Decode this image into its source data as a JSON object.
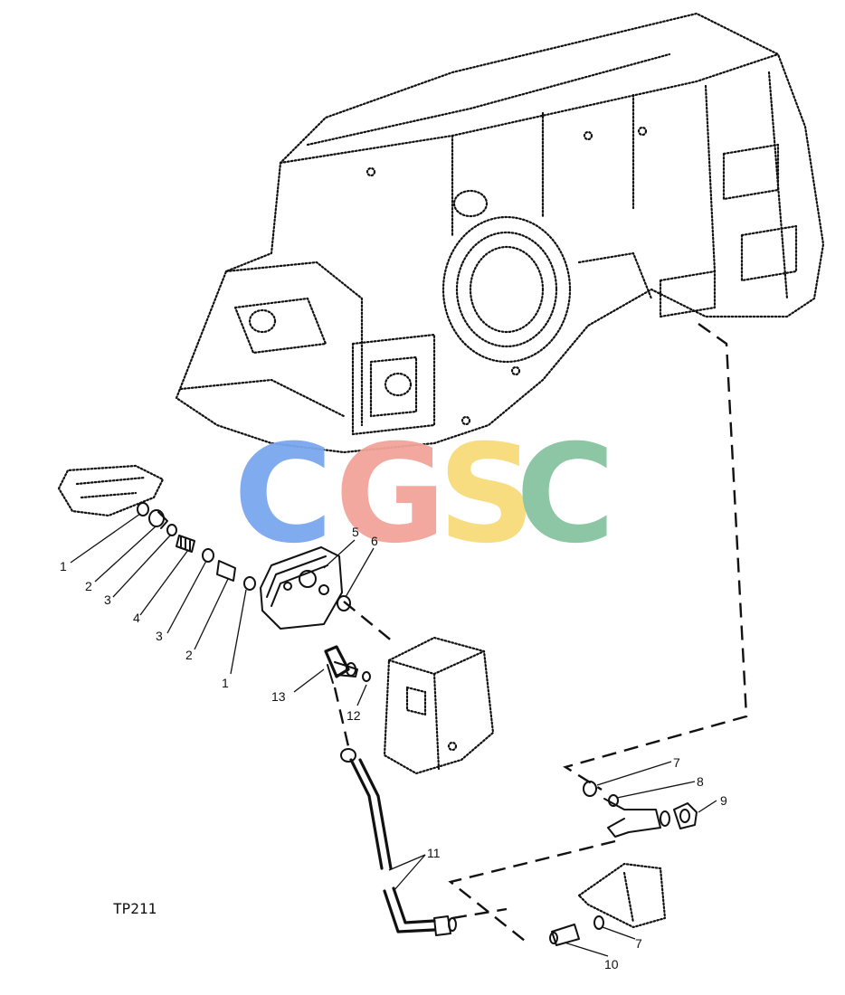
{
  "figure_ref": "TP211",
  "watermark": {
    "letters": [
      "C",
      "G",
      "S",
      "C"
    ],
    "colors": [
      "#7aa7ee",
      "#f2a39a",
      "#f7dc7a",
      "#86c3a0"
    ]
  },
  "callouts": [
    "1",
    "2",
    "3",
    "4",
    "3",
    "2",
    "1",
    "5",
    "6",
    "13",
    "12",
    "7",
    "8",
    "9",
    "11",
    "10",
    "7"
  ]
}
